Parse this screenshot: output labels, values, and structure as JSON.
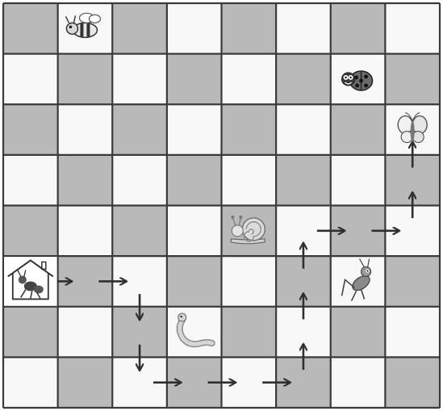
{
  "board": {
    "rows": 8,
    "cols": 8,
    "colors": {
      "dark": "#b9b9b9",
      "light": "#f8f8f8",
      "grid": "#3a3a3a",
      "path": "#2f2f2f"
    },
    "dark_cells": [
      [
        0,
        0
      ],
      [
        0,
        2
      ],
      [
        0,
        4
      ],
      [
        0,
        6
      ],
      [
        1,
        1
      ],
      [
        1,
        3
      ],
      [
        1,
        5
      ],
      [
        1,
        7
      ],
      [
        2,
        0
      ],
      [
        2,
        2
      ],
      [
        2,
        4
      ],
      [
        2,
        6
      ],
      [
        3,
        1
      ],
      [
        3,
        3
      ],
      [
        3,
        5
      ],
      [
        3,
        7
      ],
      [
        4,
        0
      ],
      [
        4,
        2
      ],
      [
        4,
        4
      ],
      [
        4,
        6
      ],
      [
        5,
        1
      ],
      [
        5,
        3
      ],
      [
        5,
        5
      ],
      [
        5,
        7
      ],
      [
        6,
        0
      ],
      [
        6,
        2
      ],
      [
        6,
        4
      ],
      [
        6,
        6
      ],
      [
        7,
        1
      ],
      [
        7,
        3
      ],
      [
        7,
        5
      ],
      [
        7,
        7
      ]
    ]
  },
  "pieces": [
    {
      "id": "bee",
      "icon": "bee-icon",
      "row": 0,
      "col": 1
    },
    {
      "id": "ladybug",
      "icon": "ladybug-icon",
      "row": 1,
      "col": 6
    },
    {
      "id": "butterfly",
      "icon": "butterfly-icon",
      "row": 2,
      "col": 7
    },
    {
      "id": "snail",
      "icon": "snail-icon",
      "row": 4,
      "col": 4
    },
    {
      "id": "ant-house",
      "icon": "ant-house-icon",
      "row": 5,
      "col": 0
    },
    {
      "id": "grasshopper",
      "icon": "grasshopper-icon",
      "row": 5,
      "col": 6
    },
    {
      "id": "worm",
      "icon": "worm-icon",
      "row": 6,
      "col": 3
    }
  ],
  "path_moves": [
    "right",
    "right",
    "down",
    "down",
    "right",
    "right",
    "right",
    "up",
    "up",
    "up",
    "right",
    "right",
    "up",
    "up"
  ],
  "path_start": {
    "row": 5,
    "col": 0
  }
}
